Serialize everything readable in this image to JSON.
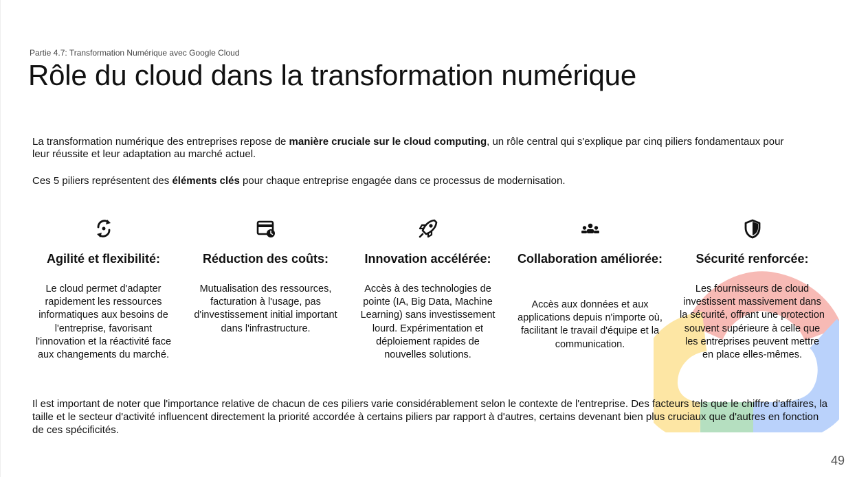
{
  "slide": {
    "breadcrumb": "Partie 4.7: Transformation Numérique avec Google Cloud",
    "title": "Rôle du cloud dans la transformation numérique",
    "intro": {
      "part1": "La transformation numérique des entreprises repose de ",
      "bold": "manière cruciale sur le cloud computing",
      "part2": ", un rôle central qui s'explique par cinq piliers fondamentaux pour leur réussite et leur adaptation au marché actuel."
    },
    "intro2": {
      "part1": "Ces 5 piliers représentent des ",
      "bold": "éléments clés",
      "part2": " pour chaque entreprise engagée dans ce processus de modernisation."
    },
    "pillars": [
      {
        "icon": "sync-icon",
        "title": "Agilité et flexibilité:",
        "description": "Le cloud permet d'adapter rapidement les ressources informatiques aux besoins de l'entreprise, favorisant l'innovation et la réactivité face aux changements du marché."
      },
      {
        "icon": "billing-card-clock-icon",
        "title": "Réduction des coûts:",
        "description": "Mutualisation des ressources, facturation à l'usage, pas d'investissement initial important dans l'infrastructure."
      },
      {
        "icon": "rocket-icon",
        "title": "Innovation accélérée:",
        "description": "Accès à des technologies de pointe (IA, Big Data, Machine Learning) sans investissement lourd. Expérimentation et déploiement rapides de nouvelles solutions."
      },
      {
        "icon": "team-icon",
        "title": "Collaboration améliorée:",
        "description": "Accès aux données et aux applications depuis n'importe où, facilitant le travail d'équipe et la communication."
      },
      {
        "icon": "shield-icon",
        "title": "Sécurité renforcée:",
        "description": "Les fournisseurs de cloud investissent massivement dans la sécurité, offrant une protection souvent supérieure à celle que les entreprises peuvent mettre en place elles-mêmes."
      }
    ],
    "outro": "Il est important de noter que l'importance relative de chacun de ces piliers varie considérablement selon le contexte de l'entreprise. Des facteurs tels que le chiffre d'affaires, la taille et le secteur d'activité influencent directement la priorité accordée à certains piliers par rapport à d'autres, certains devenant bien plus cruciaux que d'autres en fonction de ces spécificités.",
    "page_number": "49",
    "background_logo": "google-cloud-logo-watermark",
    "colors": {
      "text": "#111111",
      "muted": "#555555",
      "google_red": "#ea4335",
      "google_blue": "#4285f4",
      "google_yellow": "#fbbc05",
      "google_green": "#34a853"
    }
  }
}
